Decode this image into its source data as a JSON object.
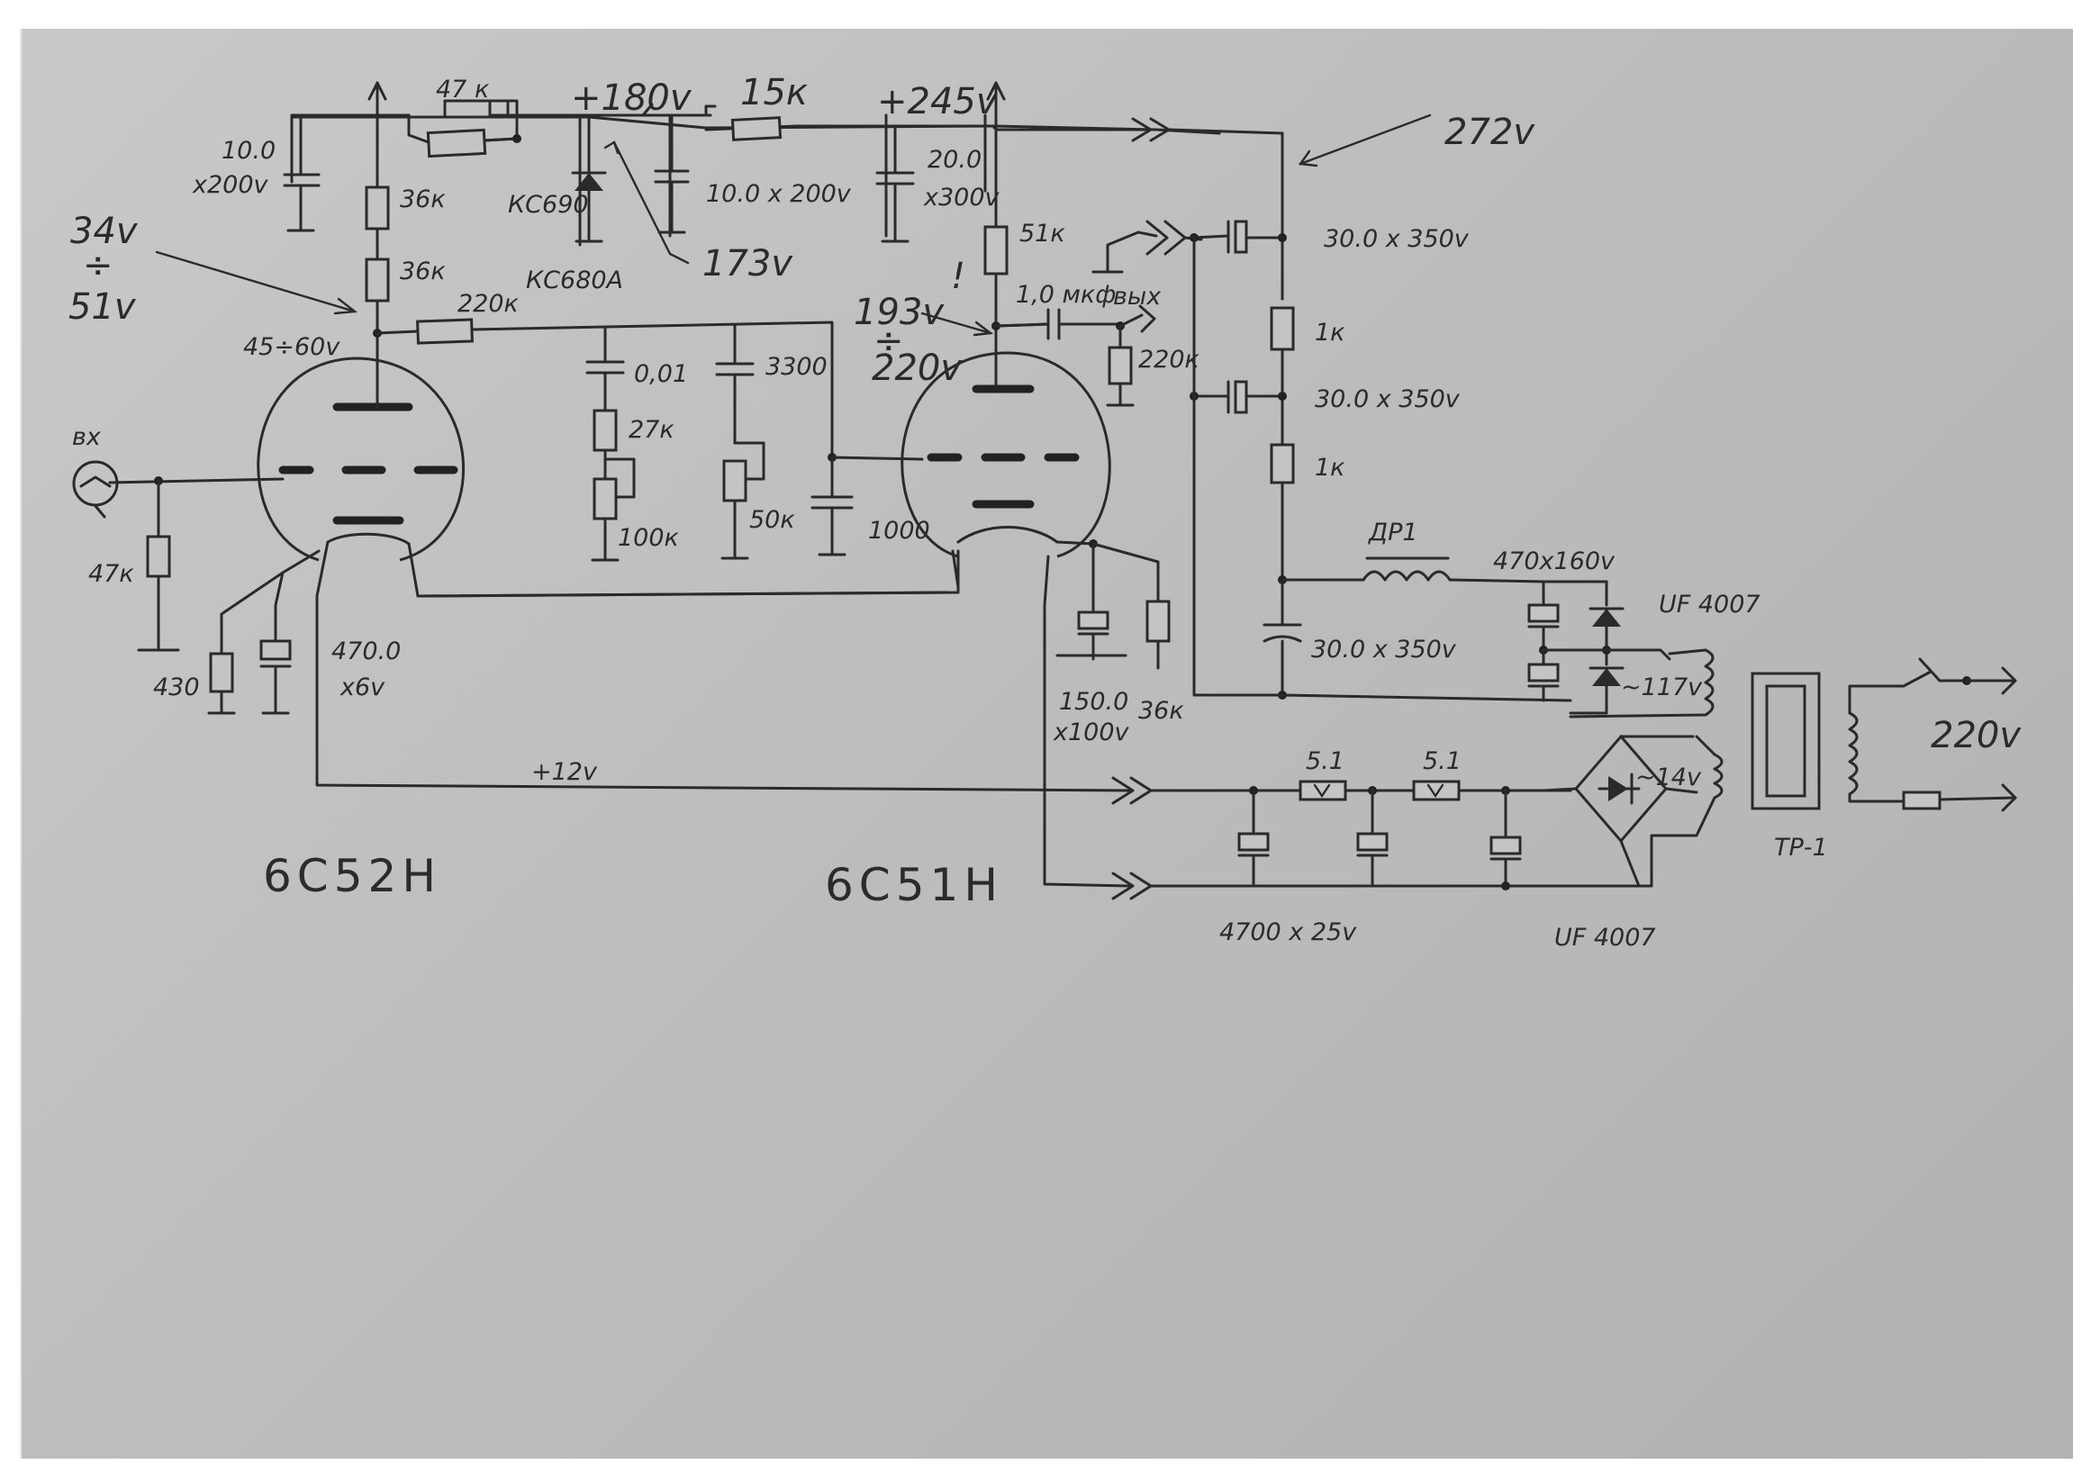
{
  "labels": {
    "r47k_pot": "47 к",
    "v180": "+180v",
    "r15k": "15к",
    "v245": "+245v",
    "v272": "272v",
    "c10_200_a": "10.0",
    "c10_200_b": "x200v",
    "r36k_1": "36к",
    "r36k_2": "36к",
    "kc690": "КС690",
    "kc680a": "КС680А",
    "c10_200_right": "10.0 x 200v",
    "c20_300_a": "20.0",
    "c20_300_b": "x300v",
    "v173": "173v",
    "v34": "34v",
    "v_div": "÷",
    "v51": "51v",
    "v45_60": "45÷60v",
    "r220k": "220к",
    "r51k": "51к",
    "excl": "!",
    "v193": "193v",
    "v_div2": "÷",
    "v220": "220v",
    "c1mkf": "1,0 мкф",
    "out": "вых",
    "r220k_out": "220к",
    "c30_350_1": "30.0 x 350v",
    "r1k_1": "1к",
    "c30_350_2": "30.0 x 350v",
    "r1k_2": "1к",
    "c001": "0,01",
    "c3300": "3300",
    "r27k": "27к",
    "r100k": "100к",
    "r50k": "50к",
    "c1000": "1000",
    "in": "вх",
    "r47k_grid": "47к",
    "r430": "430",
    "c470_a": "470.0",
    "c470_b": "x6v",
    "choke": "ДР1",
    "c470_160": "470x160v",
    "uf4007_top": "UF 4007",
    "c30_350_3": "30.0 x 350v",
    "ac117": "~117v",
    "c150_a": "150.0",
    "c150_b": "x100v",
    "r36k_3": "36к",
    "v12": "+12v",
    "r51_1": "5.1",
    "r51_2": "5.1",
    "ac14": "~14v",
    "v220_mains": "220v",
    "tr1": "ТР-1",
    "c4700": "4700 x 25v",
    "uf4007_bottom": "UF 4007",
    "tube1": "6С52Н",
    "tube2": "6С51Н"
  }
}
